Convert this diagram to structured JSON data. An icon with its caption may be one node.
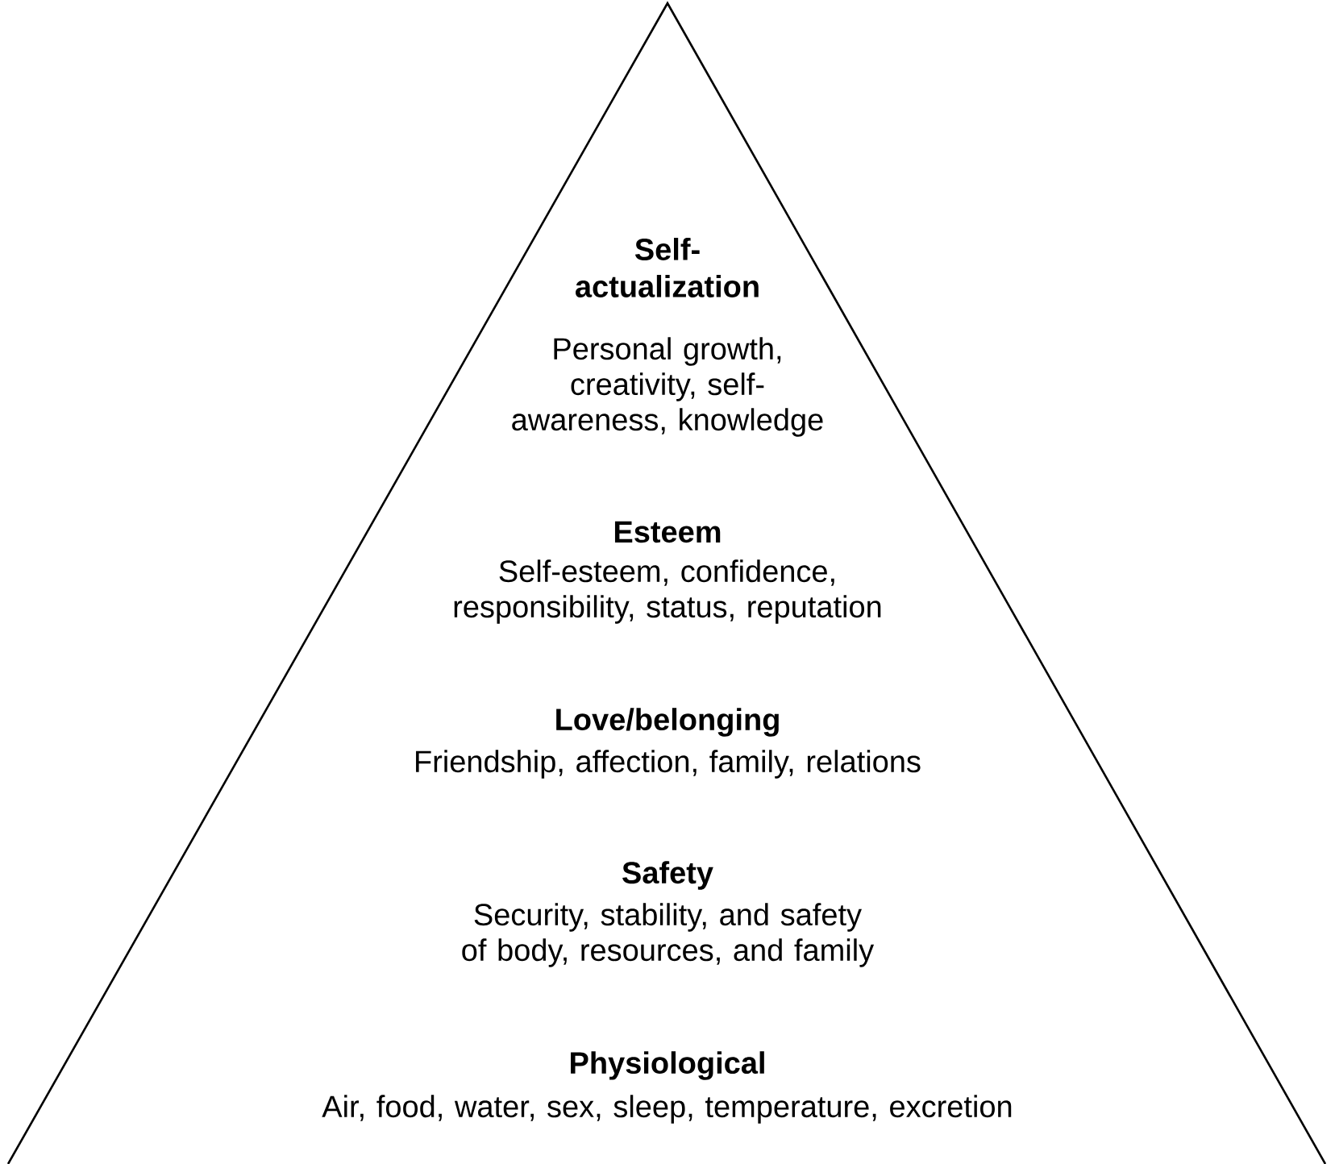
{
  "diagram": {
    "nodes": [
      {
        "text": [
          "Self- actualization",
          "Personal growth, creativity, self-awareness, knowledge",
          "Esteem",
          "Self-esteem, confidence, responsibility, status, reputation",
          "Love/belonging",
          "Friendship, affection, family, relations",
          "Safety",
          "Security, stability, and safety of body, resources, and family",
          "Physiological",
          "Air, food, water, sex, sleep, temperature, excretion"
        ]
      }
    ]
  }
}
